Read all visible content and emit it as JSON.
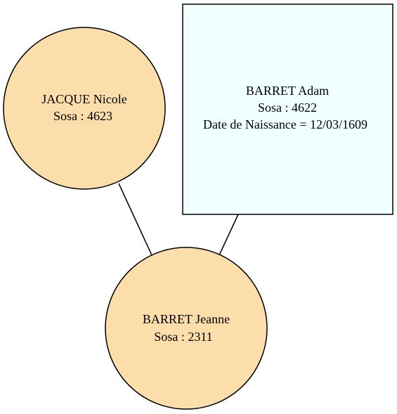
{
  "nodes": {
    "nicole": {
      "name": "JACQUE Nicole",
      "sosa": "Sosa : 4623",
      "shape": "circle",
      "fill": "#fcdeaa"
    },
    "adam": {
      "name": "BARRET Adam",
      "sosa": "Sosa : 4622",
      "birth": "Date de Naissance = 12/03/1609",
      "shape": "box",
      "fill": "#f0ffff"
    },
    "jeanne": {
      "name": "BARRET Jeanne",
      "sosa": "Sosa : 2311",
      "shape": "circle",
      "fill": "#fcdeaa"
    }
  },
  "edges": [
    {
      "from": "nicole",
      "to": "jeanne"
    },
    {
      "from": "adam",
      "to": "jeanne"
    }
  ]
}
